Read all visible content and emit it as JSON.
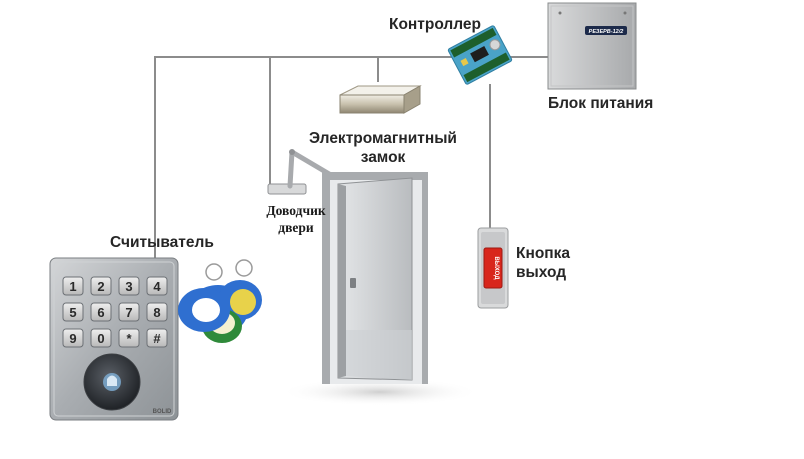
{
  "labels": {
    "controller": "Контроллер",
    "power_supply": "Блок питания",
    "magnetic_lock_line1": "Электромагнитный",
    "magnetic_lock_line2": "замок",
    "door_closer_line1": "Доводчик",
    "door_closer_line2": "двери",
    "reader": "Считыватель",
    "exit_button_line1": "Кнопка",
    "exit_button_line2": "выход"
  },
  "keypad": {
    "keys": [
      "1",
      "2",
      "3",
      "4",
      "5",
      "6",
      "7",
      "8",
      "9",
      "0",
      "*",
      "#"
    ]
  },
  "power_supply_badge": "РЕЗЕРВ-12/2",
  "exit_button_text": "ВЫХОД",
  "reader_brand": "BOLID",
  "colors": {
    "wire": "#8c8c8c",
    "label_text": "#262626",
    "controller_board": "#4aa3c8",
    "exit_button_red": "#d8261c",
    "tag_blue": "#2f6fd0",
    "tag_yellow": "#e8d24a",
    "tag_green": "#2f8a3a"
  }
}
